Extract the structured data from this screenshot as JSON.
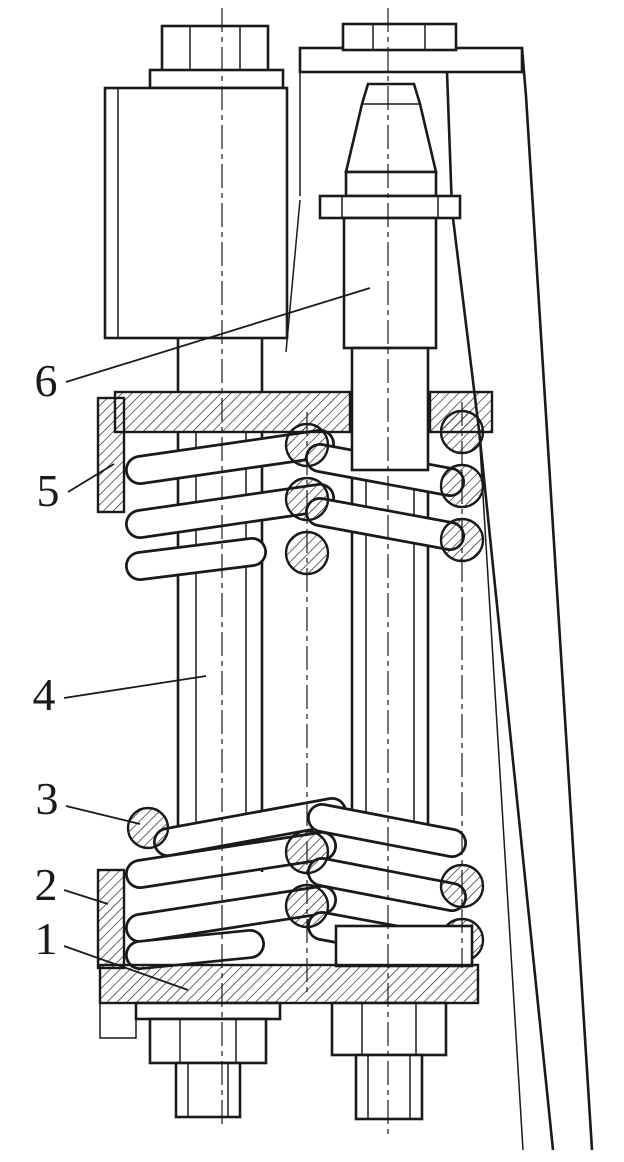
{
  "figure": {
    "colors": {
      "ink": "#1a1a1a",
      "paper": "#ffffff"
    },
    "callouts": [
      {
        "label": "6"
      },
      {
        "label": "5"
      },
      {
        "label": "4"
      },
      {
        "label": "3"
      },
      {
        "label": "2"
      },
      {
        "label": "1"
      }
    ]
  }
}
